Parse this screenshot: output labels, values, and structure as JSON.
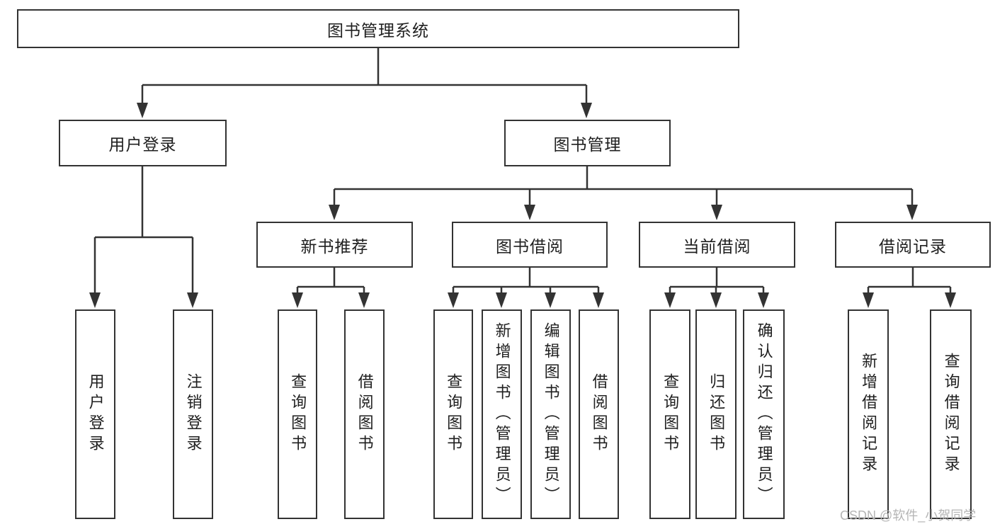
{
  "colors": {
    "line": "#333333",
    "box_border": "#333333",
    "text": "#1f1f1f",
    "watermark": "#b5b5b5",
    "background": "#ffffff"
  },
  "tree": {
    "root": {
      "label": "图书管理系统"
    },
    "branches": [
      {
        "label": "用户登录",
        "children": [
          {
            "label": "用户登录"
          },
          {
            "label": "注销登录"
          }
        ]
      },
      {
        "label": "图书管理",
        "groups": [
          {
            "label": "新书推荐",
            "children": [
              {
                "label": "查询图书"
              },
              {
                "label": "借阅图书"
              }
            ]
          },
          {
            "label": "图书借阅",
            "children": [
              {
                "label": "查询图书"
              },
              {
                "label": "新增图书（管理员）"
              },
              {
                "label": "编辑图书（管理员）"
              },
              {
                "label": "借阅图书"
              }
            ]
          },
          {
            "label": "当前借阅",
            "children": [
              {
                "label": "查询图书"
              },
              {
                "label": "归还图书"
              },
              {
                "label": "确认归还（管理员）"
              }
            ]
          },
          {
            "label": "借阅记录",
            "children": [
              {
                "label": "新增借阅记录"
              },
              {
                "label": "查询借阅记录"
              }
            ]
          }
        ]
      }
    ]
  },
  "watermark": {
    "text": "CSDN @软件_小贺同学"
  }
}
